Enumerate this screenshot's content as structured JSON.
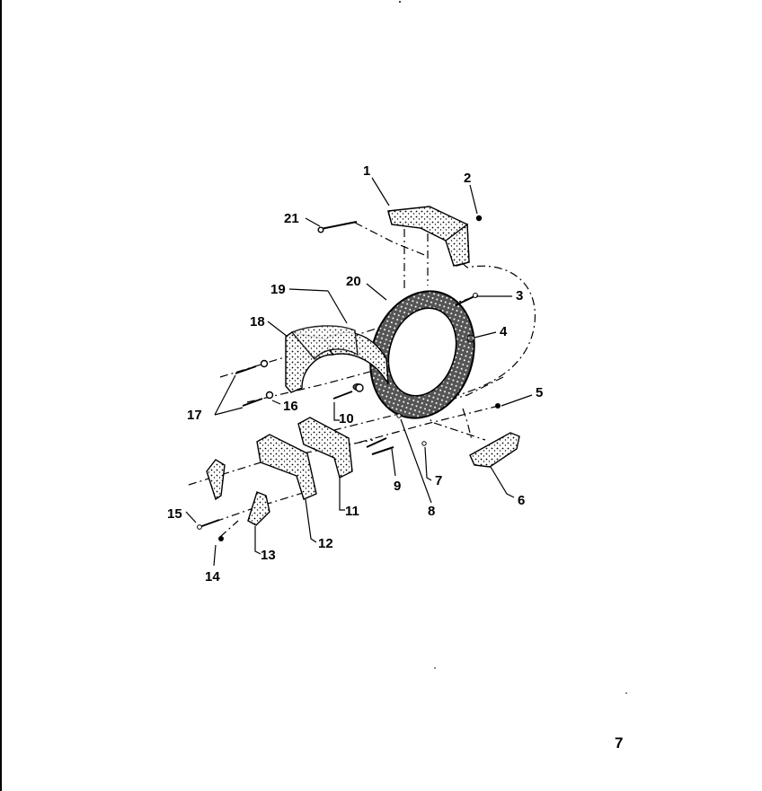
{
  "page_number": "7",
  "callouts": {
    "c1": "1",
    "c2": "2",
    "c3": "3",
    "c4": "4",
    "c5": "5",
    "c6": "6",
    "c7": "7",
    "c8": "8",
    "c9": "9",
    "c10": "10",
    "c11": "11",
    "c12": "12",
    "c13": "13",
    "c14": "14",
    "c15": "15",
    "c16": "16",
    "c17": "17",
    "c18": "18",
    "c19": "19",
    "c20": "20",
    "c21": "21"
  }
}
